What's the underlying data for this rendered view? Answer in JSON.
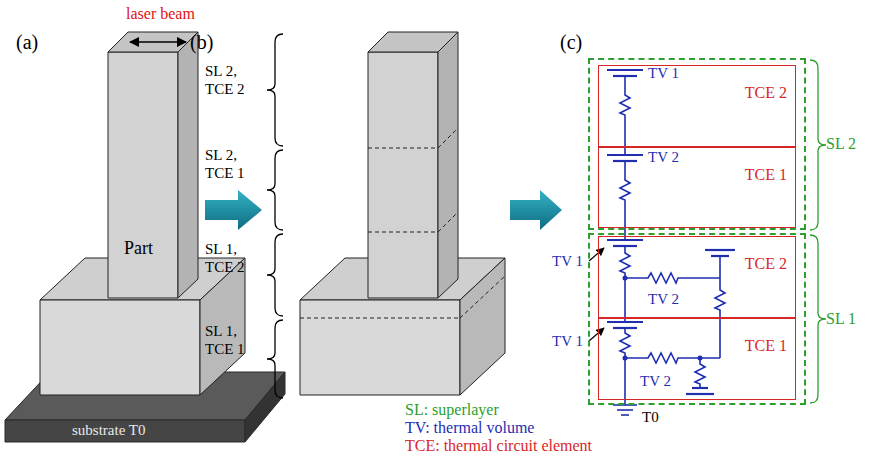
{
  "diagram": {
    "nodes": [
      {
        "text": [
          "SL 2"
        ]
      },
      {
        "text": [
          "TCE 2"
        ],
        "in": 0
      },
      {
        "text": [
          "TCE 1"
        ],
        "in": 0
      },
      {
        "text": [
          "SL 1"
        ]
      },
      {
        "text": [
          "TCE 2"
        ],
        "in": 3
      },
      {
        "text": [
          "TCE 1"
        ],
        "in": 3
      }
    ],
    "labels": [
      "(a)",
      "laser beam",
      "Part",
      "substrate T0",
      "(b)",
      "SL 2, TCE 2",
      "SL 2, TCE 1",
      "SL 1, TCE 2",
      "SL 1, TCE 1",
      "(c)",
      "TV 1",
      "TV 2",
      "TV 1",
      "TV 2",
      "TV 1",
      "TV 2",
      "T0",
      "SL: superlayer",
      "TV: thermal volume",
      "TCE: thermal circuit element"
    ]
  }
}
